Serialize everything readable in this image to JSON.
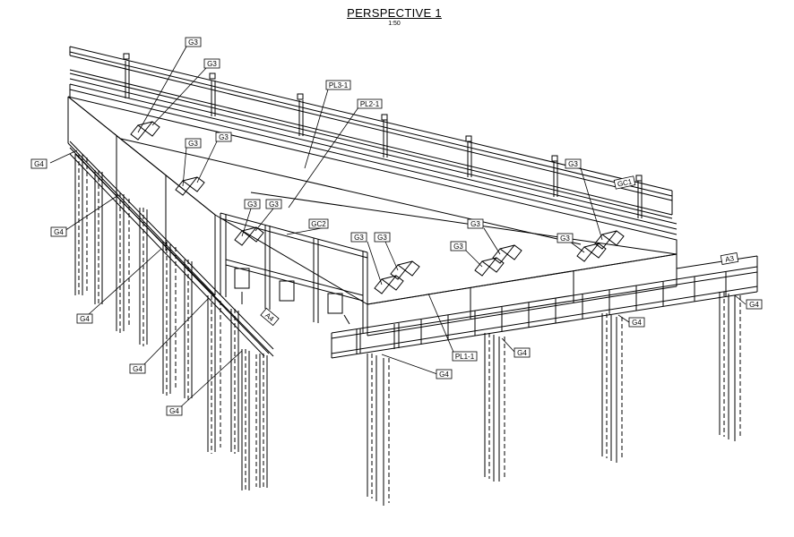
{
  "title": {
    "main": "PERSPECTIVE 1",
    "scale": "1:50"
  },
  "tags": {
    "g3": "G3",
    "g4": "G4",
    "pl1": "PL1-1",
    "pl2": "PL2-1",
    "pl3": "PL3-1",
    "gc1": "GC1",
    "gc2": "GC2",
    "a3": "A3",
    "a4": "A4"
  }
}
